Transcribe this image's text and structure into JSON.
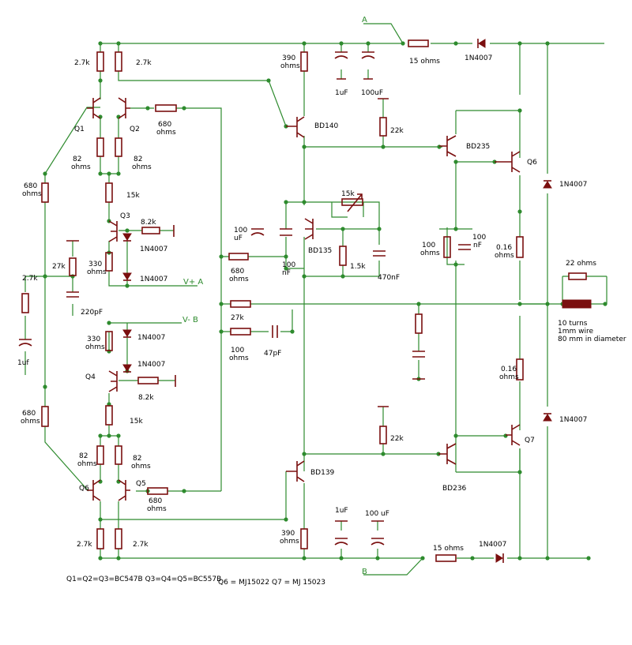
{
  "labels": {
    "r_2k7_left_top": "2.7k",
    "r_2k7_right_top": "2.7k",
    "q1": "Q1",
    "q2": "Q2",
    "r_680_top": "680",
    "r_680_top_unit": "ohms",
    "r_82_left_top": "82",
    "r_82_left_top_unit": "ohms",
    "r_82_right_top": "82",
    "r_82_right_top_unit": "ohms",
    "r_15k_top": "15k",
    "q3": "Q3",
    "r_8k2_top": "8.2k",
    "d_1n4007_q3a": "1N4007",
    "d_1n4007_q3b": "1N4007",
    "r_330_top": "330",
    "r_330_top_unit": "ohms",
    "vplus_a": "V+ A",
    "r_680_left_top": "680",
    "r_680_left_top_unit": "ohms",
    "r_27k_left": "27k",
    "c_220pf": "220pF",
    "r_2k7_left": "2.7k",
    "c_1uf_left": "1uf",
    "vminus_b": "V- B",
    "r_330_bot": "330",
    "r_330_bot_unit": "ohms",
    "d_1n4007_q4a": "1N4007",
    "d_1n4007_q4b": "1N4007",
    "q4": "Q4",
    "r_8k2_bot": "8.2k",
    "r_15k_bot": "15k",
    "r_680_left_bot": "680",
    "r_680_left_bot_unit": "ohms",
    "r_82_left_bot": "82",
    "r_82_left_bot_unit": "ohms",
    "r_82_right_bot": "82",
    "r_82_right_bot_unit": "ohms",
    "q6_left": "Q6",
    "q5": "Q5",
    "r_680_bot": "680",
    "r_680_bot_unit": "ohms",
    "r_2k7_left_bot": "2.7k",
    "r_2k7_right_bot": "2.7k",
    "r_390_top": "390",
    "r_390_top_unit": "ohms",
    "c_1uf_top": "1uF",
    "c_100uf_top": "100uF",
    "rail_a": "A",
    "r_15_top": "15 ohms",
    "d_1n4007_top": "1N4007",
    "bd140": "BD140",
    "r_22k_top": "22k",
    "bd235": "BD235",
    "q6_right": "Q6",
    "d_1n4007_right_top": "1N4007",
    "c_100uf_mid": "100",
    "c_100uf_mid_unit": "uF",
    "r_15k_pot": "15k",
    "bd135": "BD135",
    "r_680_mid": "680",
    "r_680_mid_unit": "ohms",
    "c_100nf": "100",
    "c_100nf_unit": "nF",
    "r_1k5": "1.5k",
    "c_470nf": "470nF",
    "r_100_mid": "100",
    "r_100_mid_unit": "ohms",
    "c_100nf_right": "100",
    "c_100nf_right_unit": "nF",
    "r_016_top": "0.16",
    "r_016_top_unit": "ohms",
    "r_22_out": "22 ohms",
    "coil_1": "10 turns",
    "coil_2": "1mm wire",
    "coil_3": "80 mm in diameter",
    "r_27k_fb": "27k",
    "r_100_fb": "100",
    "r_100_fb_unit": "ohms",
    "c_47pf": "47pF",
    "r_016_bot": "0.16",
    "r_016_bot_unit": "ohms",
    "d_1n4007_right_bot": "1N4007",
    "r_22k_bot": "22k",
    "q7": "Q7",
    "bd139": "BD139",
    "bd236": "BD236",
    "r_390_bot": "390",
    "r_390_bot_unit": "ohms",
    "c_1uf_bot": "1uF",
    "c_100uf_bot": "100 uF",
    "r_15_bot": "15 ohms",
    "d_1n4007_bot": "1N4007",
    "rail_b": "B",
    "note_1": "Q1=Q2=Q3=BC547B Q3=Q4=Q5=BC557B",
    "note_2": "Q6 = MJ15022   Q7 = MJ 15023"
  },
  "colors": {
    "wire": "#2e8b2e",
    "component": "#7a0f0f",
    "background": "#ffffff"
  }
}
